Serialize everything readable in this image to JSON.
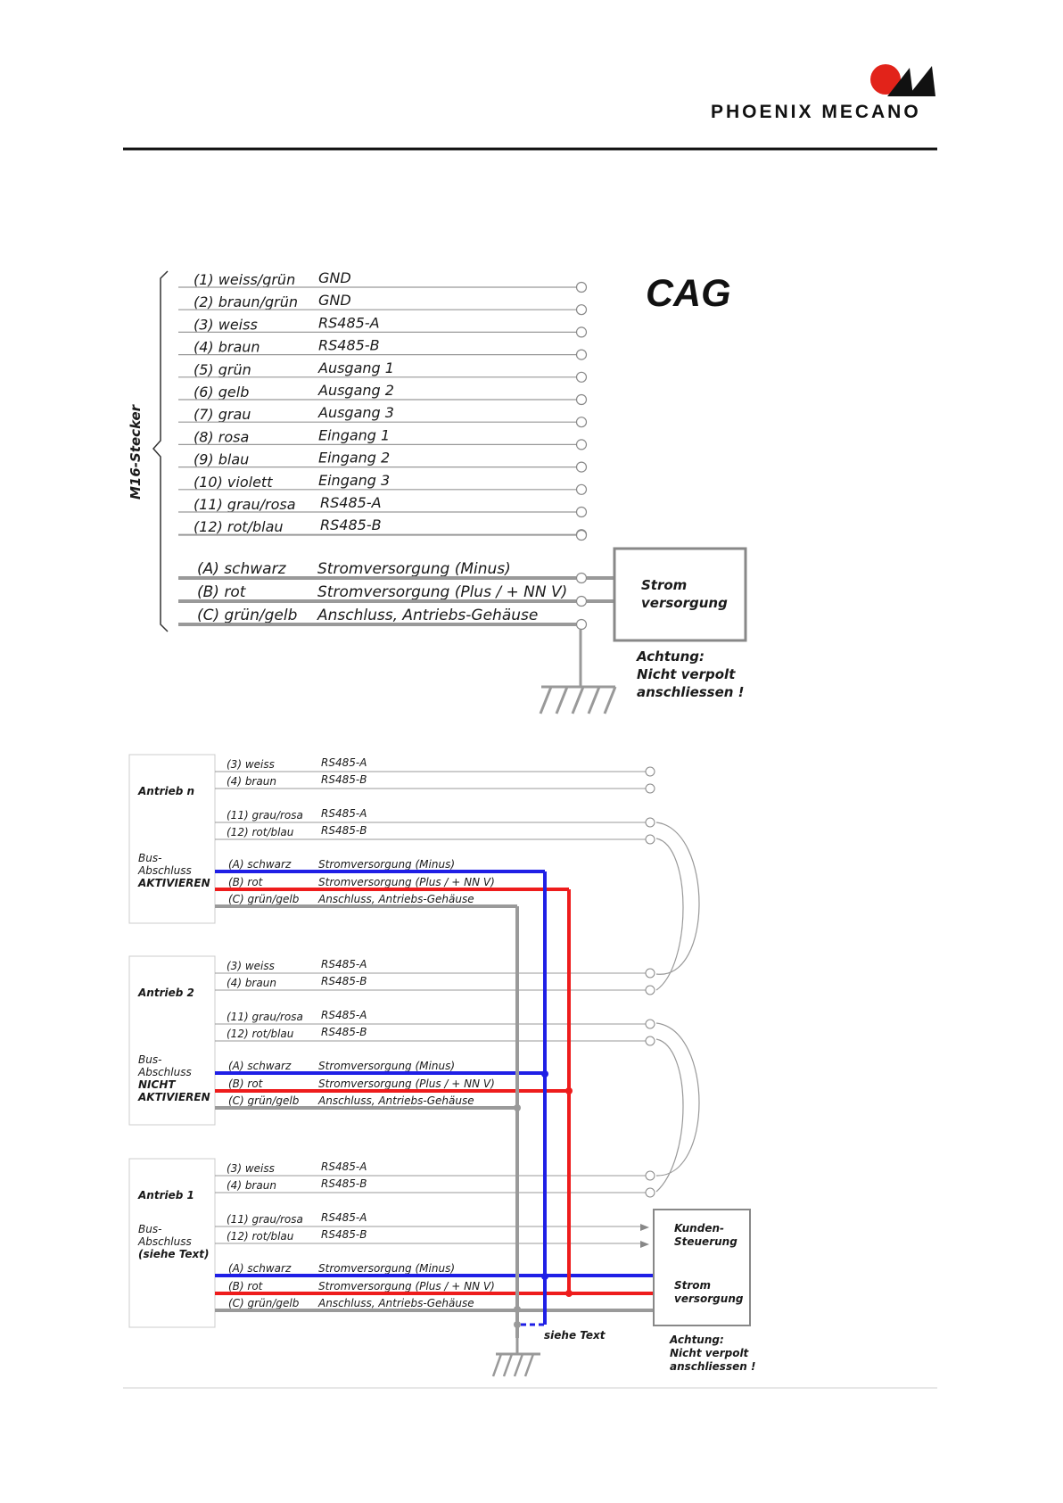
{
  "header": {
    "brand": "PHOENIX MECANO"
  },
  "top": {
    "model": "CAG",
    "connector_label": "M16-Stecker",
    "wires": [
      {
        "wire": "(1) weiss/grün",
        "signal": "GND"
      },
      {
        "wire": "(2) braun/grün",
        "signal": "GND"
      },
      {
        "wire": "(3) weiss",
        "signal": "RS485-A"
      },
      {
        "wire": "(4) braun",
        "signal": "RS485-B"
      },
      {
        "wire": "(5) grün",
        "signal": "Ausgang 1"
      },
      {
        "wire": "(6) gelb",
        "signal": "Ausgang 2"
      },
      {
        "wire": "(7) grau",
        "signal": "Ausgang 3"
      },
      {
        "wire": "(8) rosa",
        "signal": "Eingang 1"
      },
      {
        "wire": "(9) blau",
        "signal": "Eingang 2"
      },
      {
        "wire": "(10) violett",
        "signal": "Eingang 3"
      },
      {
        "wire": "(11) grau/rosa",
        "signal": "RS485-A"
      },
      {
        "wire": "(12) rot/blau",
        "signal": "RS485-B"
      }
    ],
    "power_wires": [
      {
        "wire": "(A) schwarz",
        "signal": "Stromversorgung (Minus)"
      },
      {
        "wire": "(B) rot",
        "signal": "Stromversorgung (Plus / + NN V)"
      },
      {
        "wire": "(C) grün/gelb",
        "signal": "Anschluss, Antriebs-Gehäuse"
      }
    ],
    "power_box": [
      "Strom",
      "versorgung"
    ],
    "warning": [
      "Achtung:",
      "Nicht verpolt",
      "anschliessen !"
    ]
  },
  "bottom": {
    "wire_sets": {
      "data": [
        {
          "wire": "(3) weiss",
          "signal": "RS485-A"
        },
        {
          "wire": "(4) braun",
          "signal": "RS485-B"
        },
        {
          "wire": "(11) grau/rosa",
          "signal": "RS485-A"
        },
        {
          "wire": "(12) rot/blau",
          "signal": "RS485-B"
        }
      ],
      "power": [
        {
          "wire": "(A) schwarz",
          "signal": "Stromversorgung (Minus)"
        },
        {
          "wire": "(B) rot",
          "signal": "Stromversorgung (Plus / + NN V)"
        },
        {
          "wire": "(C) grün/gelb",
          "signal": "Anschluss, Antriebs-Gehäuse"
        }
      ]
    },
    "drives": [
      {
        "name": "Antrieb n",
        "note": [
          "Bus-",
          "Abschluss"
        ],
        "note_bold": [
          "AKTIVIEREN"
        ]
      },
      {
        "name": "Antrieb 2",
        "note": [
          "Bus-",
          "Abschluss"
        ],
        "note_bold": [
          "NICHT",
          "AKTIVIEREN"
        ]
      },
      {
        "name": "Antrieb 1",
        "note": [
          "Bus-",
          "Abschluss"
        ],
        "note_bold": [
          "(siehe Text)"
        ]
      }
    ],
    "control_box": [
      "Kunden-",
      "Steuerung"
    ],
    "power_box": [
      "Strom",
      "versorgung"
    ],
    "see_text": "siehe Text",
    "warning": [
      "Achtung:",
      "Nicht verpolt",
      "anschliessen !"
    ]
  },
  "colors": {
    "blue": "#1f1fe6",
    "red": "#ee1c1c",
    "grey": "#9a9a9a",
    "logo_red": "#e2231a"
  }
}
